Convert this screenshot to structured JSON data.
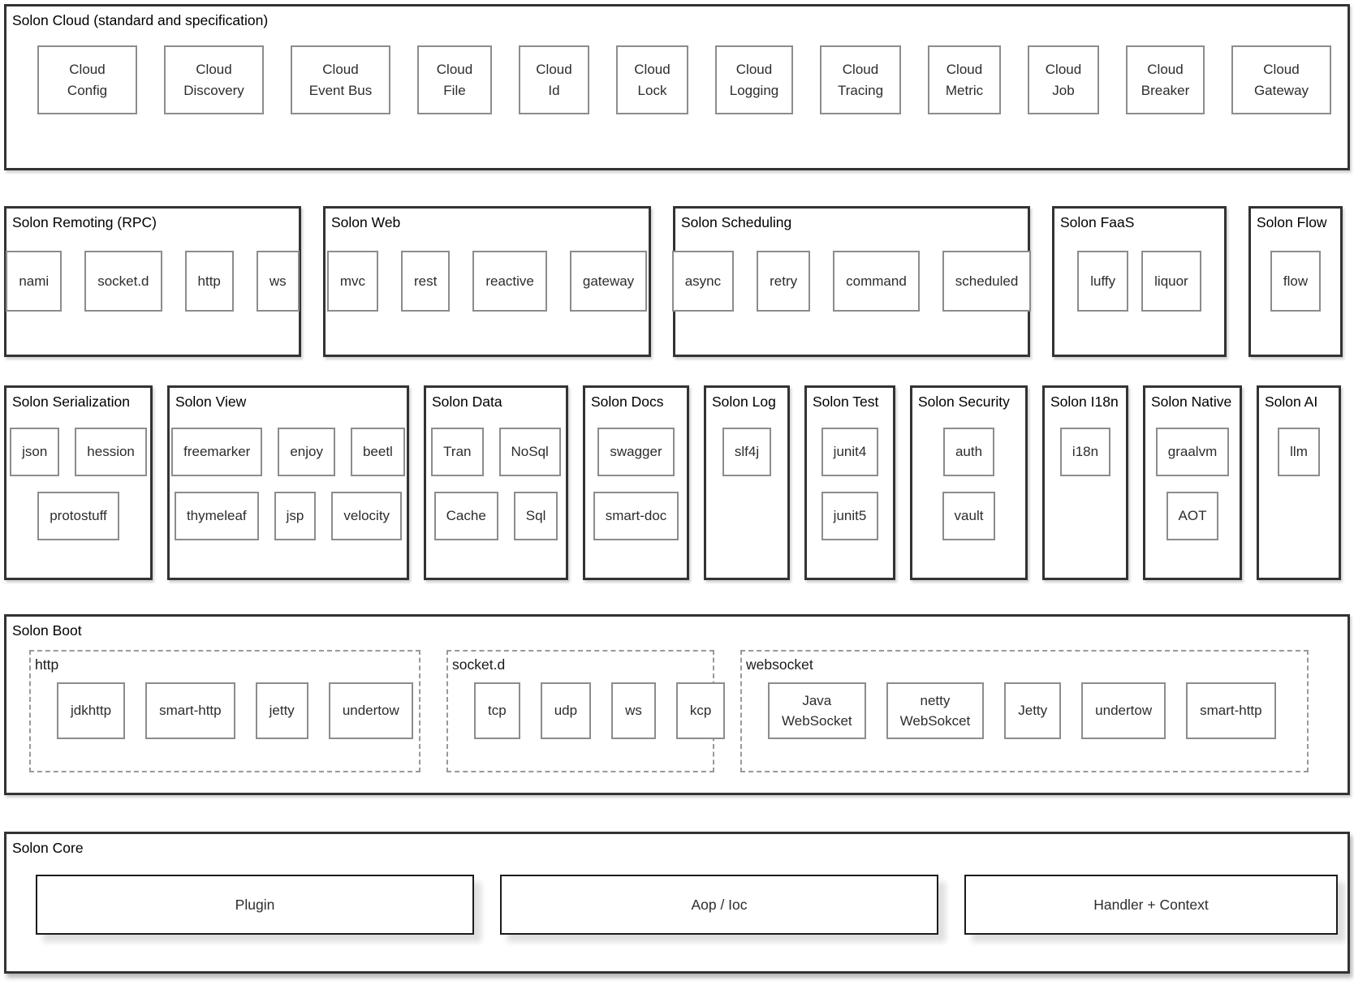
{
  "colors": {
    "section_border": "#333333",
    "item_border": "#8c8c8c",
    "dashed_border": "#999999",
    "core_item_border": "#1c1c1c",
    "text": "#2d2d2d",
    "background": "#ffffff"
  },
  "cloud": {
    "title": "Solon Cloud (standard and specification)",
    "items": [
      [
        "Cloud",
        "Config"
      ],
      [
        "Cloud",
        "Discovery"
      ],
      [
        "Cloud",
        "Event Bus"
      ],
      [
        "Cloud",
        "File"
      ],
      [
        "Cloud",
        "Id"
      ],
      [
        "Cloud",
        "Lock"
      ],
      [
        "Cloud",
        "Logging"
      ],
      [
        "Cloud",
        "Tracing"
      ],
      [
        "Cloud",
        "Metric"
      ],
      [
        "Cloud",
        "Job"
      ],
      [
        "Cloud",
        "Breaker"
      ],
      [
        "Cloud",
        "Gateway"
      ]
    ]
  },
  "remoting": {
    "title": "Solon Remoting (RPC)",
    "items": [
      "nami",
      "socket.d",
      "http",
      "ws"
    ]
  },
  "web": {
    "title": "Solon Web",
    "items": [
      "mvc",
      "rest",
      "reactive",
      "gateway"
    ]
  },
  "scheduling": {
    "title": "Solon Scheduling",
    "items": [
      "async",
      "retry",
      "command",
      "scheduled"
    ]
  },
  "faas": {
    "title": "Solon FaaS",
    "items": [
      "luffy",
      "liquor"
    ]
  },
  "flow": {
    "title": "Solon Flow",
    "items": [
      "flow"
    ]
  },
  "serialization": {
    "title": "Solon Serialization",
    "rows": [
      [
        "json",
        "hession"
      ],
      [
        "protostuff"
      ]
    ]
  },
  "view": {
    "title": "Solon View",
    "rows": [
      [
        "freemarker",
        "enjoy",
        "beetl"
      ],
      [
        "thymeleaf",
        "jsp",
        "velocity"
      ]
    ]
  },
  "data": {
    "title": "Solon Data",
    "rows": [
      [
        "Tran",
        "NoSql"
      ],
      [
        "Cache",
        "Sql"
      ]
    ]
  },
  "docs": {
    "title": "Solon Docs",
    "rows": [
      [
        "swagger"
      ],
      [
        "smart-doc"
      ]
    ]
  },
  "log": {
    "title": "Solon Log",
    "rows": [
      [
        "slf4j"
      ]
    ]
  },
  "test": {
    "title": "Solon Test",
    "rows": [
      [
        "junit4"
      ],
      [
        "junit5"
      ]
    ]
  },
  "security": {
    "title": "Solon Security",
    "rows": [
      [
        "auth"
      ],
      [
        "vault"
      ]
    ]
  },
  "i18n": {
    "title": "Solon I18n",
    "rows": [
      [
        "i18n"
      ]
    ]
  },
  "native": {
    "title": "Solon Native",
    "rows": [
      [
        "graalvm"
      ],
      [
        "AOT"
      ]
    ]
  },
  "ai": {
    "title": "Solon AI",
    "rows": [
      [
        "llm"
      ]
    ]
  },
  "boot": {
    "title": "Solon Boot",
    "groups": [
      {
        "label": "http",
        "items": [
          "jdkhttp",
          "smart-http",
          "jetty",
          "undertow"
        ]
      },
      {
        "label": "socket.d",
        "items": [
          "tcp",
          "udp",
          "ws",
          "kcp"
        ]
      },
      {
        "label": "websocket",
        "items": [
          [
            "Java",
            "WebSocket"
          ],
          [
            "netty",
            "WebSokcet"
          ],
          "Jetty",
          "undertow",
          "smart-http"
        ]
      }
    ]
  },
  "core": {
    "title": "Solon Core",
    "items": [
      "Plugin",
      "Aop / Ioc",
      "Handler + Context"
    ]
  }
}
